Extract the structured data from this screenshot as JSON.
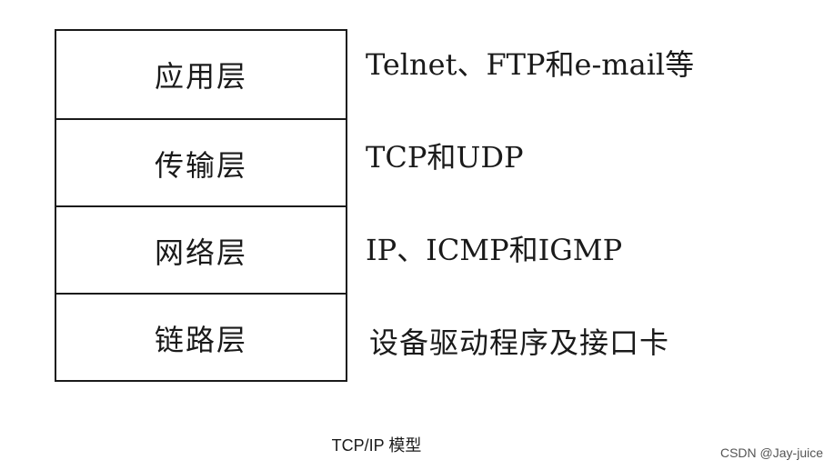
{
  "layers": [
    {
      "name": "应用层",
      "protocols": "Telnet、FTP和e-mail等"
    },
    {
      "name": "传输层",
      "protocols": "TCP和UDP"
    },
    {
      "name": "网络层",
      "protocols": "IP、ICMP和IGMP"
    },
    {
      "name": "链路层",
      "protocols": "设备驱动程序及接口卡"
    }
  ],
  "caption": "TCP/IP 模型",
  "watermark": "CSDN @Jay-juice"
}
